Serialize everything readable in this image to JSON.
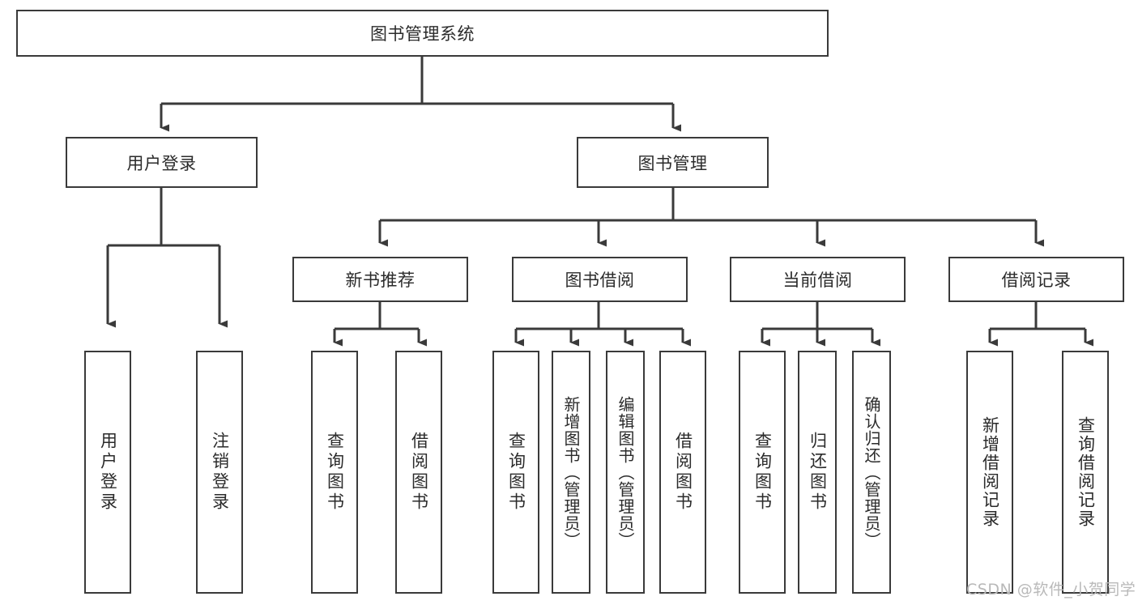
{
  "diagram": {
    "title": "图书管理系统",
    "type": "hierarchy-tree",
    "watermark": "CSDN @软件_小贺同学",
    "colors": {
      "stroke": "#3a3a3a",
      "fill": "#ffffff",
      "text": "#2b2b2b",
      "watermark": "#b9b9b9"
    },
    "nodes": {
      "root": {
        "label": "图书管理系统",
        "orientation": "horizontal"
      },
      "l2": [
        {
          "id": "user-login",
          "label": "用户登录",
          "orientation": "horizontal"
        },
        {
          "id": "book-manage",
          "label": "图书管理",
          "orientation": "horizontal"
        }
      ],
      "l3": [
        {
          "id": "new-book-recommend",
          "label": "新书推荐",
          "orientation": "horizontal"
        },
        {
          "id": "book-borrow",
          "label": "图书借阅",
          "orientation": "horizontal"
        },
        {
          "id": "current-borrow",
          "label": "当前借阅",
          "orientation": "horizontal"
        },
        {
          "id": "borrow-record",
          "label": "借阅记录",
          "orientation": "horizontal"
        }
      ],
      "leaves": [
        {
          "id": "leaf-user-login",
          "label": "用户登录",
          "orientation": "vertical"
        },
        {
          "id": "leaf-logout-login",
          "label": "注销登录",
          "orientation": "vertical"
        },
        {
          "id": "leaf-query-book-1",
          "label": "查询图书",
          "orientation": "vertical"
        },
        {
          "id": "leaf-borrow-book-1",
          "label": "借阅图书",
          "orientation": "vertical"
        },
        {
          "id": "leaf-query-book-2",
          "label": "查询图书",
          "orientation": "vertical"
        },
        {
          "id": "leaf-add-book",
          "label": "新增图书（管理员）",
          "orientation": "vertical"
        },
        {
          "id": "leaf-edit-book",
          "label": "编辑图书（管理员）",
          "orientation": "vertical"
        },
        {
          "id": "leaf-borrow-book-2",
          "label": "借阅图书",
          "orientation": "vertical"
        },
        {
          "id": "leaf-query-book-3",
          "label": "查询图书",
          "orientation": "vertical"
        },
        {
          "id": "leaf-return-book",
          "label": "归还图书",
          "orientation": "vertical"
        },
        {
          "id": "leaf-confirm-return",
          "label": "确认归还（管理员）",
          "orientation": "vertical"
        },
        {
          "id": "leaf-add-record",
          "label": "新增借阅记录",
          "orientation": "vertical"
        },
        {
          "id": "leaf-query-record",
          "label": "查询借阅记录",
          "orientation": "vertical"
        }
      ]
    }
  }
}
